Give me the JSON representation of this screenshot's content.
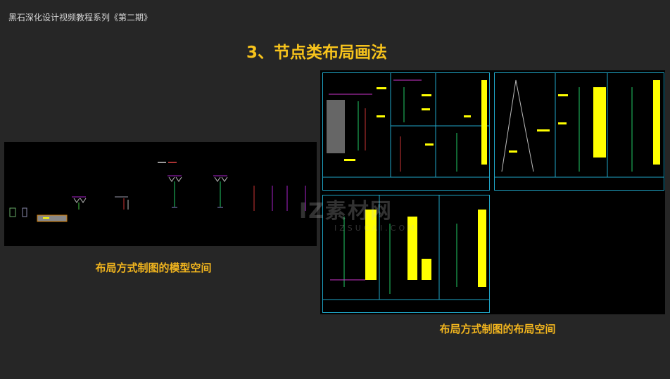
{
  "header": {
    "series_title": "黑石深化设计视频教程系列《第二期》"
  },
  "slide": {
    "title": "3、节点类布局画法"
  },
  "captions": {
    "model_space": "布局方式制图的模型空间",
    "layout_space": "布局方式制图的布局空间"
  },
  "watermark": {
    "text": "IZ素材网",
    "url": "IZSUCAI.COM"
  },
  "colors": {
    "accent": "#f7c31c",
    "caption": "#f2b51e",
    "sheet_border": "#1fa6c8",
    "background": "#262626"
  }
}
